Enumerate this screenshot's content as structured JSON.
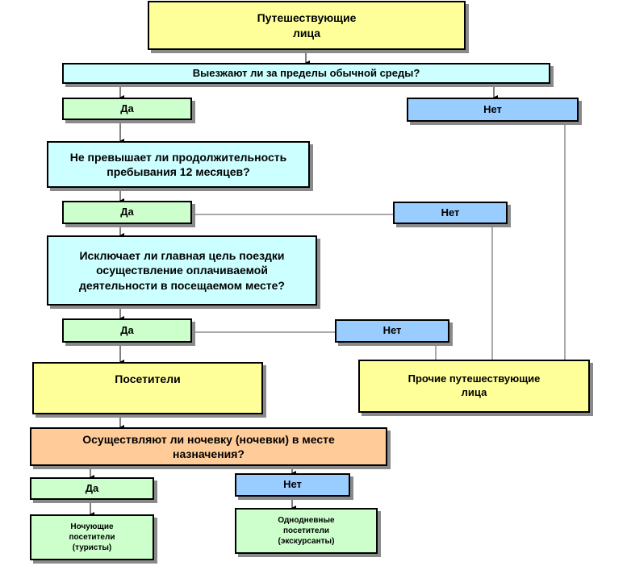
{
  "nodes": {
    "travelers": "Путешествующие\nлица",
    "q_leave_env": "Выезжают ли за пределы обычной среды?",
    "yes1": "Да",
    "no1": "Нет",
    "q_duration": "Не превышает ли продолжительность\nпребывания  12 месяцев?",
    "yes2": "Да",
    "no2": "Нет",
    "q_purpose": "Исключает ли главная цель поездки\nосуществление оплачиваемой\nдеятельности в посещаемом месте?",
    "yes3": "Да",
    "no3": "Нет",
    "visitors": "Посетители",
    "other_travelers": "Прочие путешествующие\nлица",
    "q_overnight": "Осуществляют ли ночевку (ночевки) в месте\nназначения?",
    "yes4": "Да",
    "no4": "Нет",
    "overnight_visitors": "Ночующие\nпосетители\n(туристы)",
    "same_day_visitors": "Однодневные\nпосетители\n(экскурсанты)"
  },
  "colors": {
    "yellow": "#ffff99",
    "cyan": "#ccffff",
    "green": "#ccffcc",
    "blue": "#99ccff",
    "orange": "#ffcc99"
  }
}
